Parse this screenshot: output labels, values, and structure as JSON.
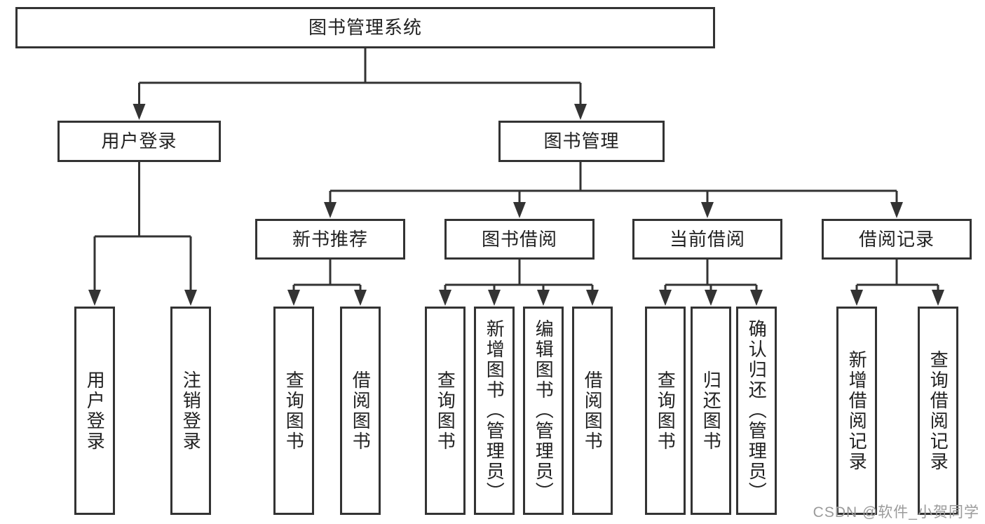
{
  "diagram": {
    "root": {
      "label": "图书管理系统"
    },
    "level2": {
      "user_login": {
        "label": "用户登录"
      },
      "book_mgmt": {
        "label": "图书管理"
      }
    },
    "level3": {
      "new_books": {
        "label": "新书推荐"
      },
      "book_borrow": {
        "label": "图书借阅"
      },
      "current_borrow": {
        "label": "当前借阅"
      },
      "borrow_records": {
        "label": "借阅记录"
      }
    },
    "leaves": {
      "login_user": {
        "label": "用户登录"
      },
      "login_logout": {
        "label": "注销登录"
      },
      "nb_query": {
        "label": "查询图书"
      },
      "nb_borrow": {
        "label": "借阅图书"
      },
      "bb_query": {
        "label": "查询图书"
      },
      "bb_add": {
        "label": "新增图书（管理员）"
      },
      "bb_edit": {
        "label": "编辑图书（管理员）"
      },
      "bb_borrow": {
        "label": "借阅图书"
      },
      "cb_query": {
        "label": "查询图书"
      },
      "cb_return": {
        "label": "归还图书"
      },
      "cb_confirm": {
        "label": "确认归还（管理员）"
      },
      "br_add": {
        "label": "新增借阅记录"
      },
      "br_query": {
        "label": "查询借阅记录"
      }
    },
    "watermark": "CSDN @软件_小贺同学",
    "colors": {
      "line": "#333333",
      "box_border": "#333333",
      "box_background": "#ffffff",
      "text": "#212121",
      "watermark": "#9b9b9b",
      "background": "#ffffff"
    }
  }
}
